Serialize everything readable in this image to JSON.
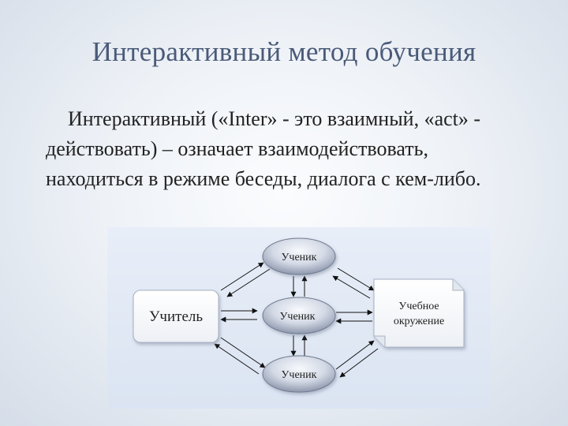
{
  "slide": {
    "title": "Интерактивный метод обучения",
    "paragraph": "Интерактивный («Inter» - это взаимный, «act» - действовать) – означает взаимодействовать, находиться в режиме беседы, диалога с кем-либо."
  },
  "diagram": {
    "teacher": "Учитель",
    "student_top": "Ученик",
    "student_middle": "Ученик",
    "student_bottom": "Ученик",
    "environment_line1": "Учебное",
    "environment_line2": "окружение"
  },
  "colors": {
    "title": "#4a5a78",
    "panel": "#dde6f3",
    "ellipse_light": "#f4f6fa",
    "ellipse_dark": "#8f9ab0"
  }
}
